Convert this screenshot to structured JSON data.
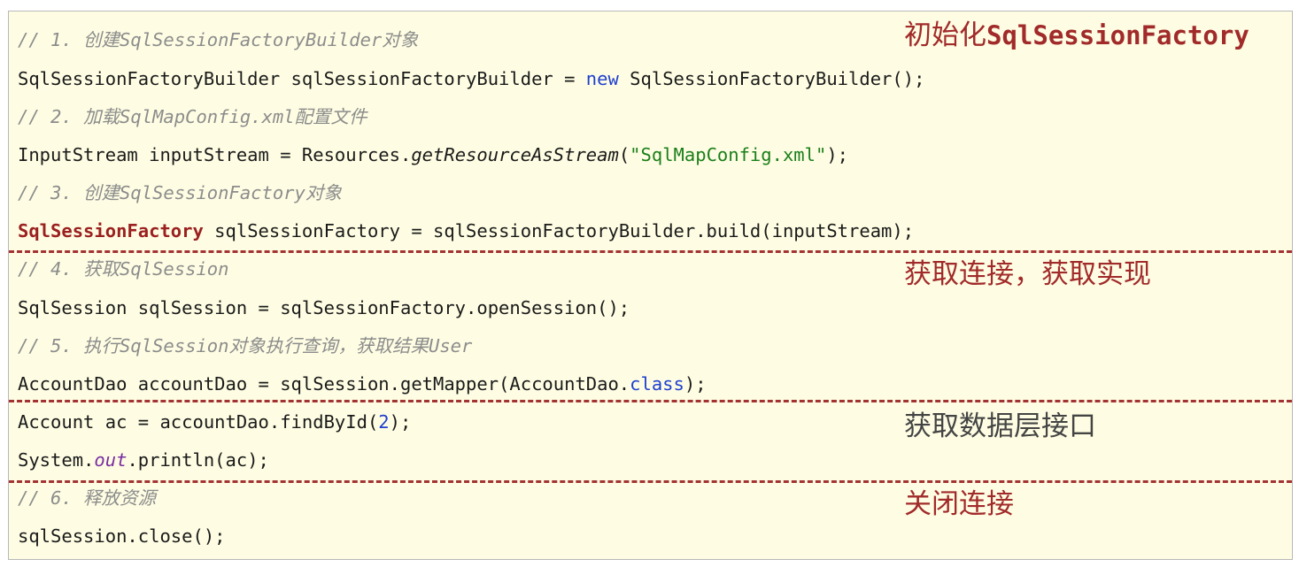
{
  "code": {
    "line1_comment": "// 1. 创建SqlSessionFactoryBuilder对象",
    "line2_a": "SqlSessionFactoryBuilder sqlSessionFactoryBuilder = ",
    "line2_kw": "new",
    "line2_b": " SqlSessionFactoryBuilder();",
    "line3_comment": "// 2. 加载SqlMapConfig.xml配置文件",
    "line4_a": "InputStream inputStream = Resources.",
    "line4_method": "getResourceAsStream",
    "line4_b": "(",
    "line4_str": "\"SqlMapConfig.xml\"",
    "line4_c": ");",
    "line5_comment": "// 3. 创建SqlSessionFactory对象",
    "line6_type": "SqlSessionFactory",
    "line6_rest": " sqlSessionFactory = sqlSessionFactoryBuilder.build(inputStream);",
    "line7_comment": "// 4. 获取SqlSession",
    "line8": "SqlSession sqlSession = sqlSessionFactory.openSession();",
    "line9_comment": "// 5. 执行SqlSession对象执行查询，获取结果User",
    "line10_a": "AccountDao accountDao = sqlSession.getMapper(AccountDao.",
    "line10_kw": "class",
    "line10_b": ");",
    "line11_a": "Account ac = accountDao.findById(",
    "line11_num": "2",
    "line11_b": ");",
    "line12_a": "System.",
    "line12_field": "out",
    "line12_b": ".println(ac);",
    "line13_comment": "// 6. 释放资源",
    "line14": "sqlSession.close();"
  },
  "annotations": {
    "init_prefix": "初始化",
    "init_mono": "SqlSessionFactory",
    "connection": "获取连接，获取实现",
    "dao_interface": "获取数据层接口",
    "close": "关闭连接"
  },
  "colors": {
    "panel_background": "#fefde3",
    "divider": "#a33333",
    "annotation_red": "#a12a2a",
    "annotation_gray": "#444444",
    "keyword_blue": "#1f3fcf",
    "string_green": "#1b7f1b",
    "comment_gray": "#8c8c8c"
  }
}
